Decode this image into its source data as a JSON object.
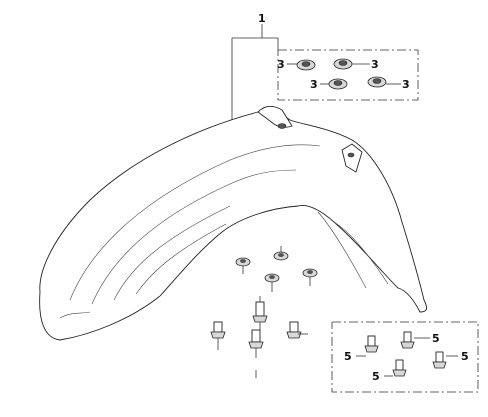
{
  "labels": {
    "fender": "1",
    "grommet": "3",
    "bolt": "5"
  },
  "colors": {
    "line": "#222222",
    "background": "#ffffff",
    "shade": "#d8d8d8"
  },
  "icons": {
    "fender": "front-fender",
    "grommet": "rubber-grommet",
    "washer": "flat-washer",
    "bolt": "flange-bolt"
  }
}
